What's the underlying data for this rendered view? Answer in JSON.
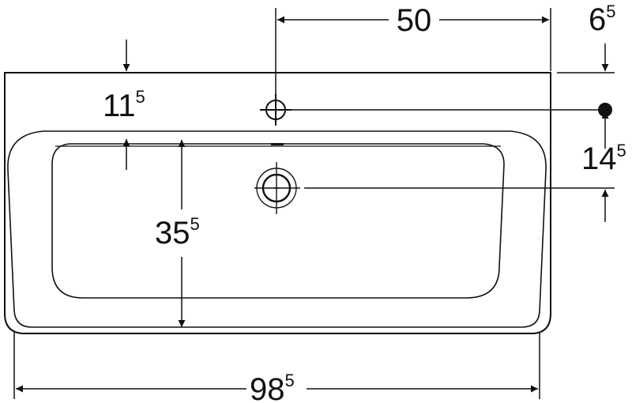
{
  "dimensions": {
    "tap_hole_spacing": {
      "main": "50",
      "sup": ""
    },
    "top_edge_to_tap_hole": {
      "main": "6",
      "sup": "5"
    },
    "front_offset": {
      "main": "11",
      "sup": "5"
    },
    "tap_to_drain": {
      "main": "14",
      "sup": "5"
    },
    "basin_depth": {
      "main": "35",
      "sup": "5"
    },
    "overall_width": {
      "main": "98",
      "sup": "5"
    }
  },
  "colors": {
    "line": "#111111",
    "background": "#ffffff"
  }
}
